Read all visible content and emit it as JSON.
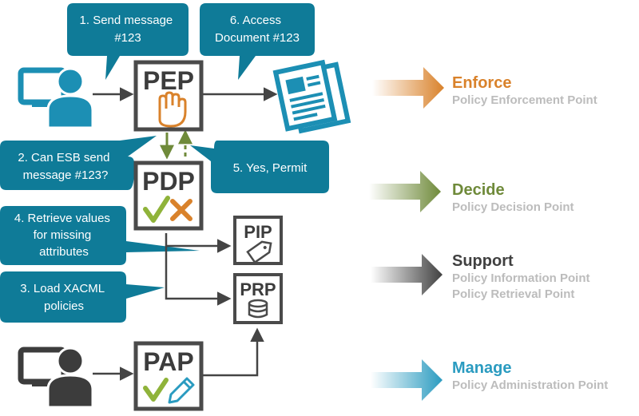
{
  "callouts": {
    "send_message": [
      "1. Send message",
      "#123"
    ],
    "can_esb_send": [
      "2. Can ESB send",
      "message #123?"
    ],
    "load_xacml": [
      "3. Load XACML",
      "policies"
    ],
    "retrieve_values": [
      "4. Retrieve values",
      "for missing",
      "attributes"
    ],
    "yes_permit": [
      "5. Yes, Permit"
    ],
    "access_document": [
      "6. Access",
      "Document #123"
    ]
  },
  "boxes": {
    "pep": "PEP",
    "pdp": "PDP",
    "pip": "PIP",
    "prp": "PRP",
    "pap": "PAP"
  },
  "legend": [
    {
      "title": "Enforce",
      "subtitle_lines": [
        "Policy Enforcement Point"
      ],
      "color": "#d9822b"
    },
    {
      "title": "Decide",
      "subtitle_lines": [
        "Policy Decision Point"
      ],
      "color": "#6f8a3a"
    },
    {
      "title": "Support",
      "subtitle_lines": [
        "Policy Information Point",
        "Policy Retrieval Point"
      ],
      "color": "#404040"
    },
    {
      "title": "Manage",
      "subtitle_lines": [
        "Policy Administration Point"
      ],
      "color": "#2a9bc0"
    }
  ],
  "colors": {
    "callout": "#0f7b98",
    "user_icon": "#1c8fb4",
    "admin_icon": "#3c3c3c",
    "box_border": "#4a4a4a",
    "hand": "#d9822b",
    "check": "#8fb33a",
    "cross": "#d9822b",
    "arrow": "#444444"
  }
}
